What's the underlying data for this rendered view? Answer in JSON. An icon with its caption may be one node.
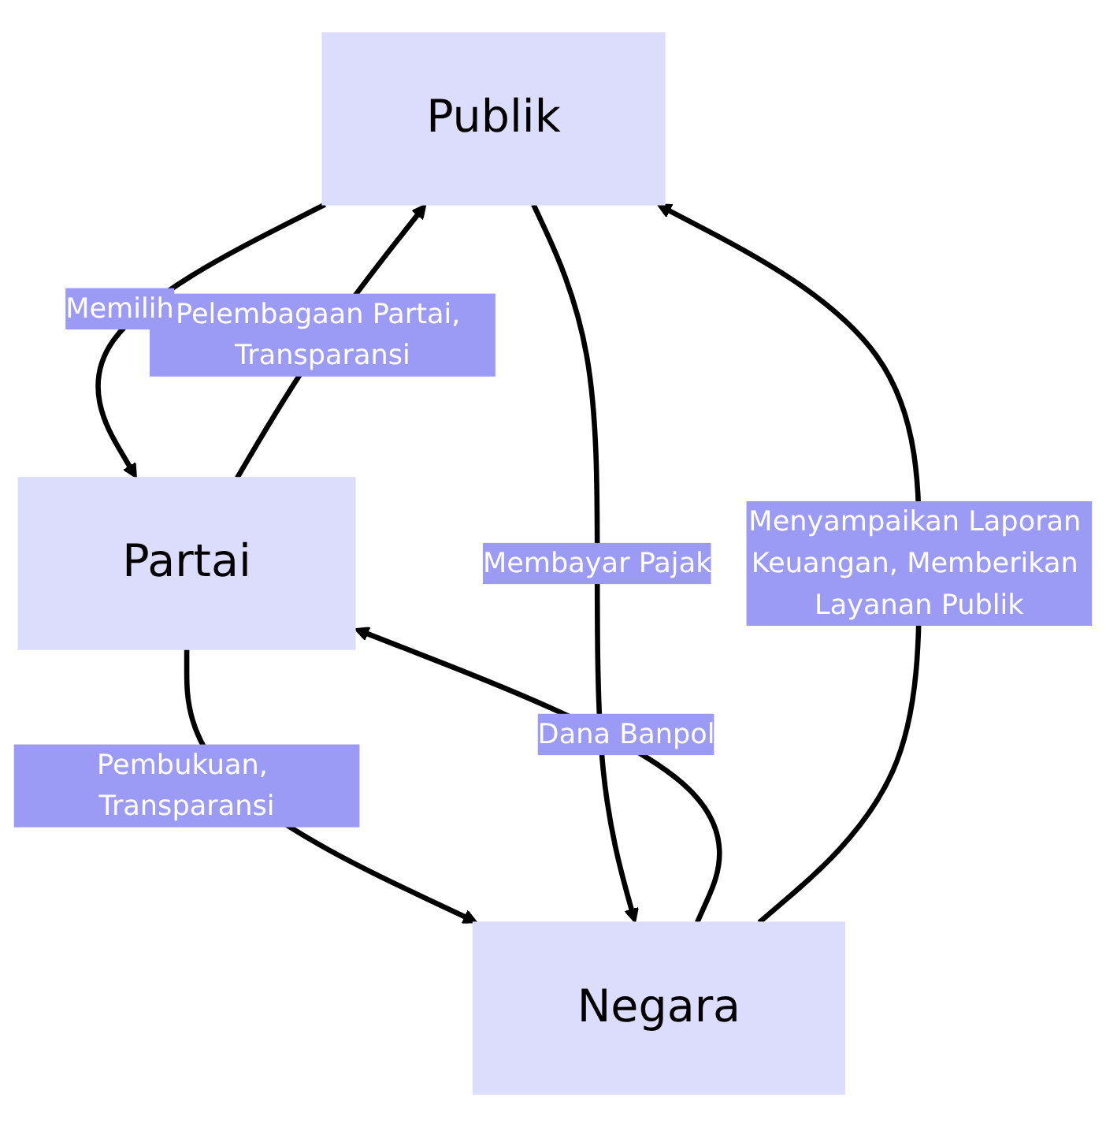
{
  "diagram": {
    "nodes": [
      {
        "text": [
          "Publik"
        ]
      },
      {
        "text": [
          "Partai"
        ]
      },
      {
        "text": [
          "Negara"
        ]
      }
    ],
    "edges": [
      {
        "from": 1,
        "to": 0,
        "arrow": "to",
        "label": "Pelembagaan Partai, Transparansi"
      },
      {
        "from": 0,
        "to": 1,
        "arrow": "to",
        "label": "Memilih"
      },
      {
        "from": 2,
        "to": 1,
        "arrow": "to",
        "label": "Dana Banpol"
      },
      {
        "from": 1,
        "to": 2,
        "arrow": "to",
        "label": "Pembukuan, Transparansi"
      },
      {
        "from": 0,
        "to": 2,
        "arrow": "to",
        "label": "Membayar Pajak"
      },
      {
        "from": 2,
        "to": 0,
        "arrow": "to",
        "label": "Menyampaikan Laporan Keuangan, Memberikan Layanan Publik"
      }
    ]
  }
}
